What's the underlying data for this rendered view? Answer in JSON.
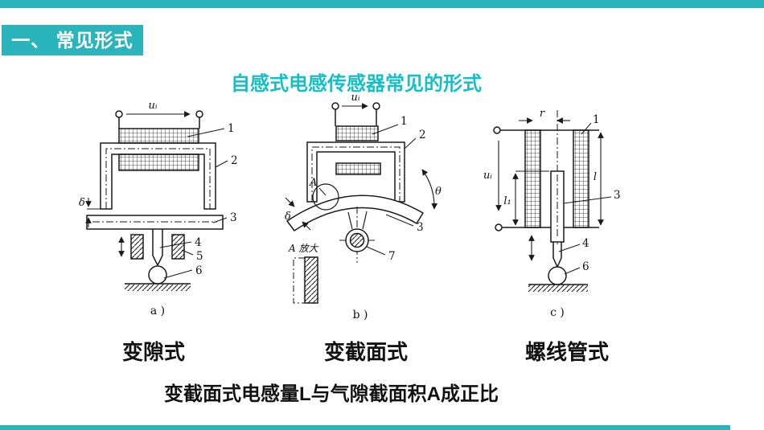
{
  "slide": {
    "accent_color": "#2ab4bb",
    "subtitle_color": "#15bfc6",
    "badge": "一、 常见形式",
    "subtitle": "自感式电感传感器常见的形式",
    "bottom_note": "变截面式电感量L与气隙截面积A成正比"
  },
  "diagram_a": {
    "caption": "变隙式",
    "tag": "a )",
    "labels": {
      "ui": "uᵢ",
      "delta": "δ",
      "p1": "1",
      "p2": "2",
      "p3": "3",
      "p4": "4",
      "p5": "5",
      "p6": "6"
    }
  },
  "diagram_b": {
    "caption": "变截面式",
    "tag": "b )",
    "labels": {
      "ui": "uᵢ",
      "delta": "δ",
      "theta": "θ",
      "area": "A",
      "magnified": "A 放大",
      "p1": "1",
      "p2": "2",
      "p3": "3",
      "p7": "7"
    }
  },
  "diagram_c": {
    "caption": "螺线管式",
    "tag": "c )",
    "labels": {
      "ui": "uᵢ",
      "r": "r",
      "l": "l",
      "l1": "l₁",
      "p1": "1",
      "p3": "3",
      "p4": "4",
      "p6": "6"
    }
  }
}
